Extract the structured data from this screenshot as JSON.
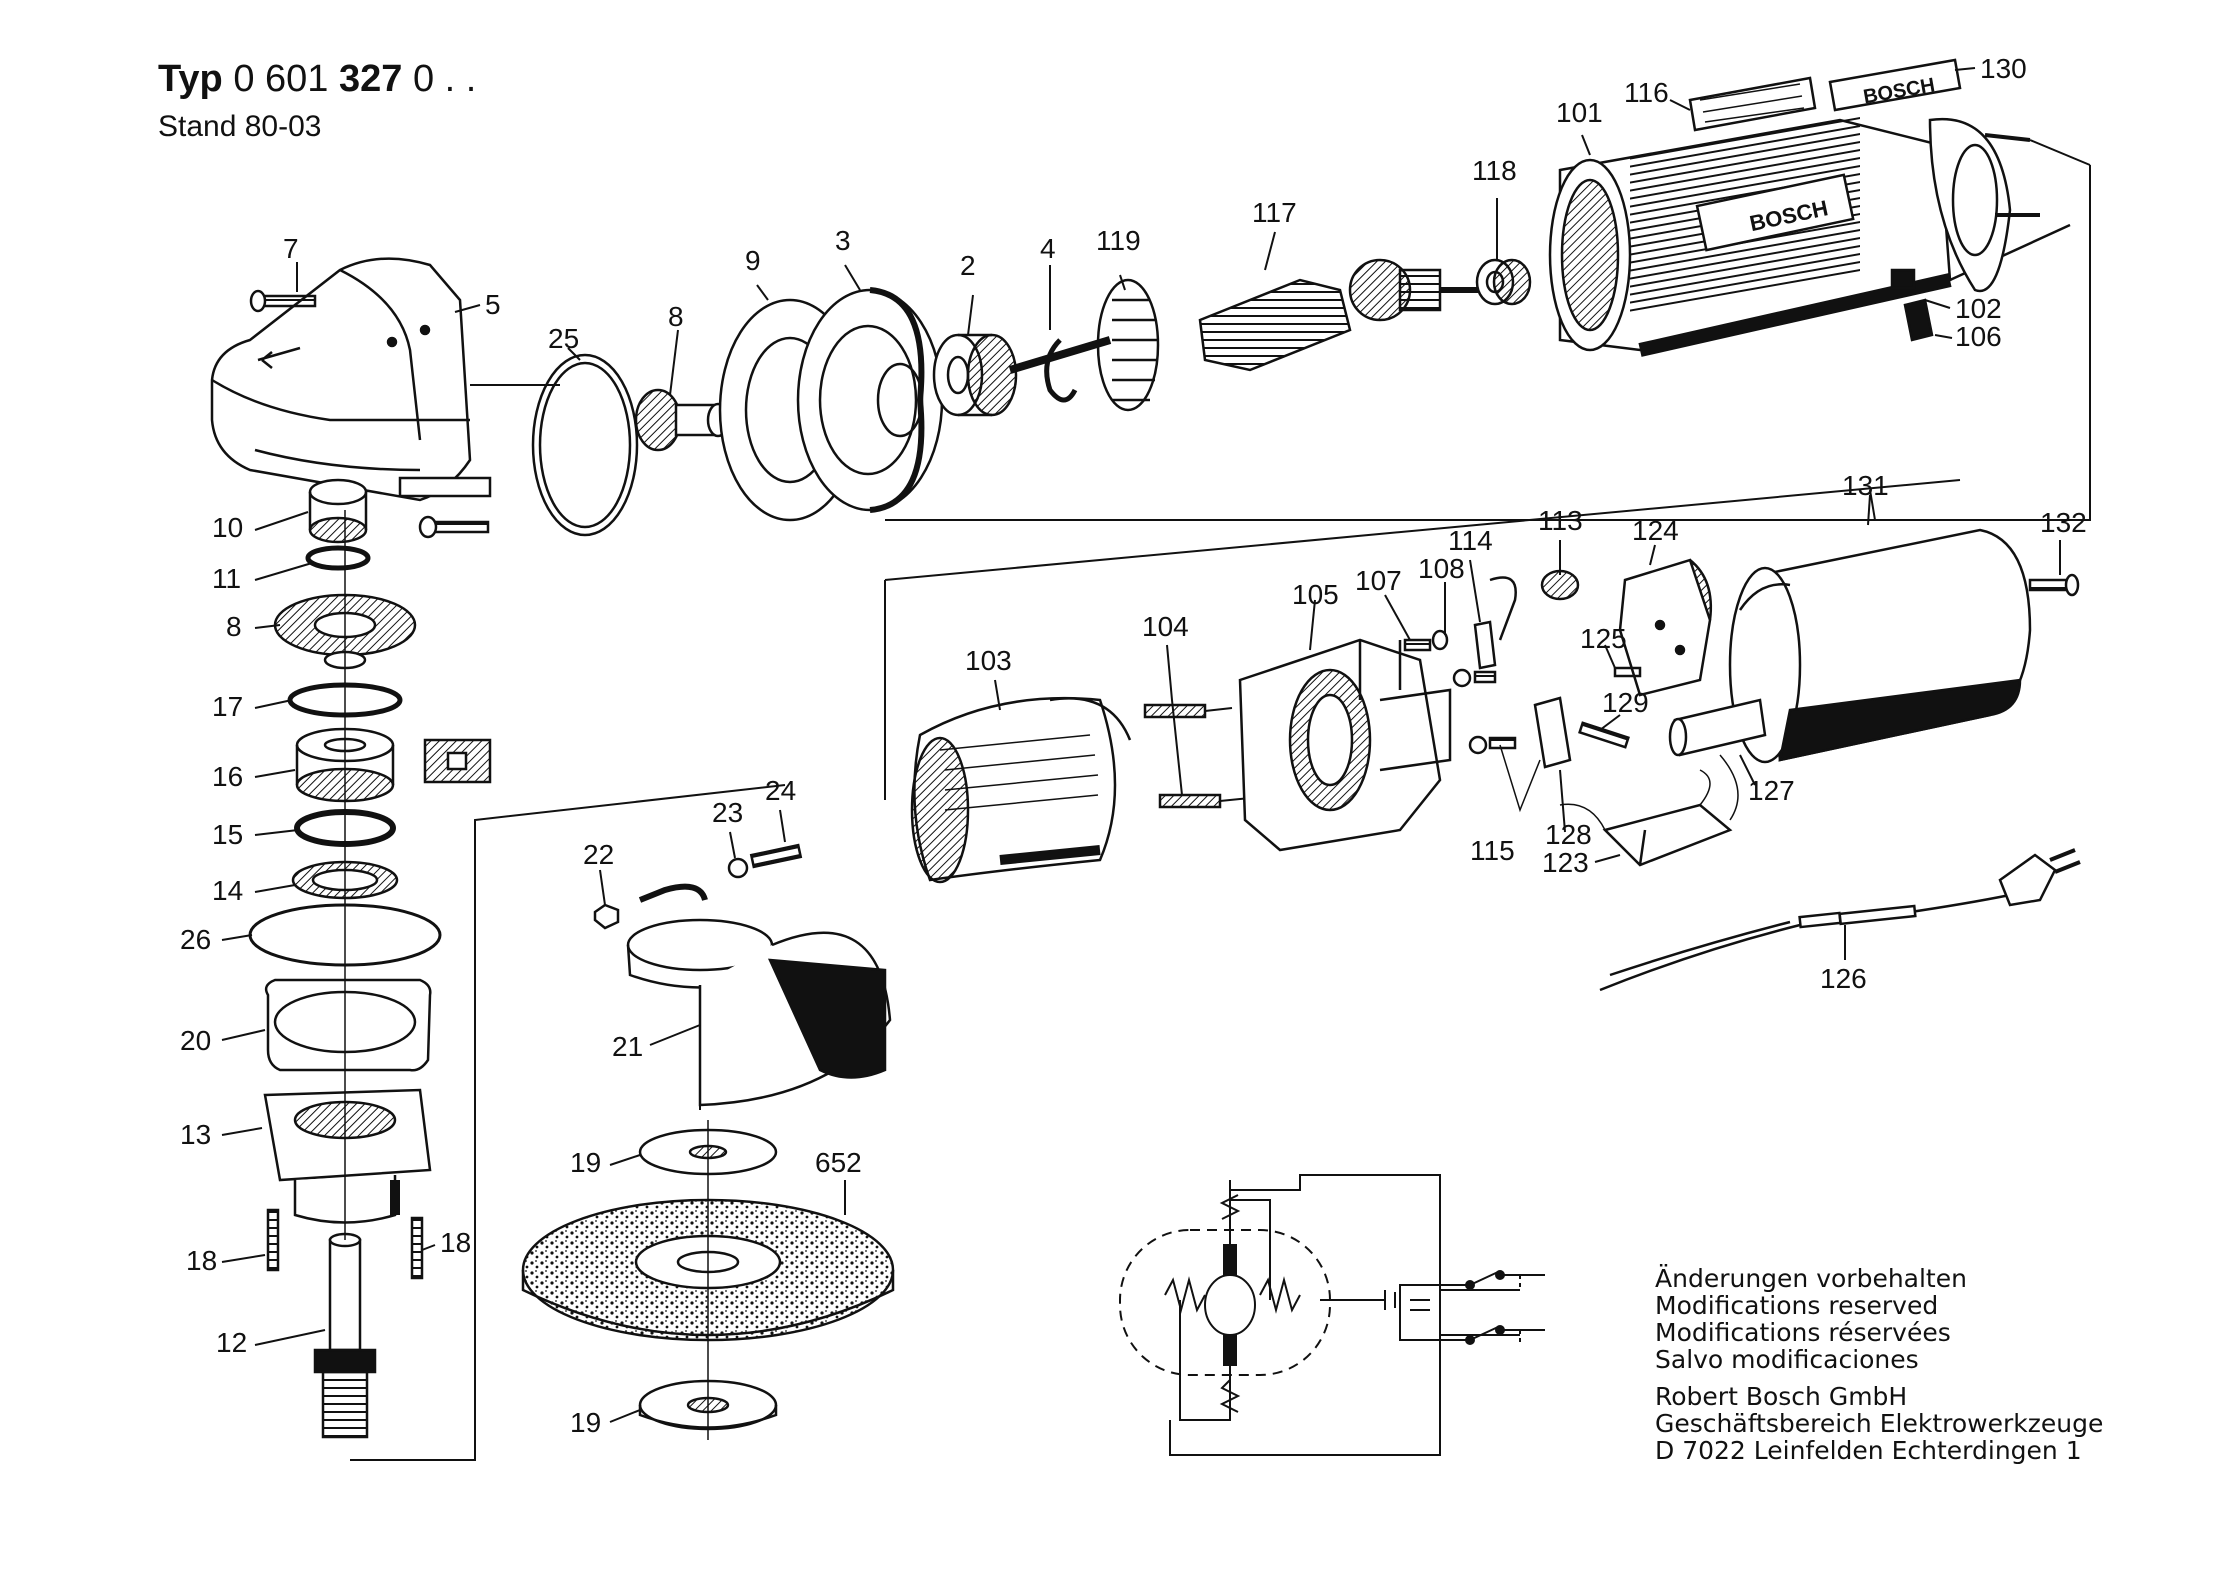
{
  "header": {
    "typ_prefix": "Typ",
    "typ_number_a": "0 601",
    "typ_number_b": "327",
    "typ_suffix": "0 . .",
    "stand": "Stand 80-03"
  },
  "nameplate": {
    "brand": "BOSCH",
    "housing_brand": "BOSCH"
  },
  "labels": [
    "7",
    "5",
    "25",
    "8",
    "9",
    "3",
    "2",
    "4",
    "119",
    "117",
    "118",
    "101",
    "116",
    "130",
    "102",
    "106",
    "10",
    "11",
    "8",
    "17",
    "16",
    "15",
    "14",
    "26",
    "20",
    "13",
    "18",
    "18",
    "12",
    "22",
    "23",
    "24",
    "21",
    "19",
    "652",
    "19",
    "103",
    "104",
    "105",
    "107",
    "108",
    "114",
    "113",
    "124",
    "131",
    "132",
    "125",
    "129",
    "115",
    "128",
    "123",
    "127",
    "126"
  ],
  "footer": {
    "lines": [
      "Änderungen vorbehalten",
      "Modifications reserved",
      "Modifications réservées",
      "Salvo modificaciones"
    ],
    "company": [
      "Robert Bosch GmbH",
      "Geschäftsbereich Elektrowerkzeuge",
      "D 7022 Leinfelden Echterdingen 1"
    ]
  }
}
